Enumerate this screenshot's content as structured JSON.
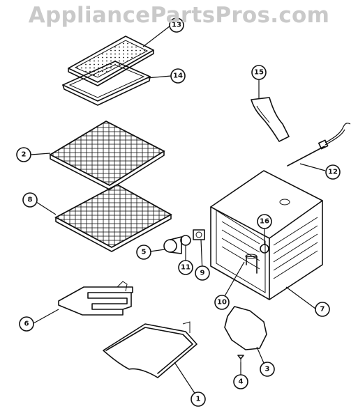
{
  "watermark": "AppliancePartsPros.com",
  "callouts": [
    {
      "id": "13",
      "label": "13"
    },
    {
      "id": "14",
      "label": "14"
    },
    {
      "id": "15",
      "label": "15"
    },
    {
      "id": "2",
      "label": "2"
    },
    {
      "id": "12",
      "label": "12"
    },
    {
      "id": "8",
      "label": "8"
    },
    {
      "id": "16",
      "label": "16"
    },
    {
      "id": "5",
      "label": "5"
    },
    {
      "id": "11",
      "label": "11"
    },
    {
      "id": "9",
      "label": "9"
    },
    {
      "id": "10",
      "label": "10"
    },
    {
      "id": "7",
      "label": "7"
    },
    {
      "id": "6",
      "label": "6"
    },
    {
      "id": "3",
      "label": "3"
    },
    {
      "id": "4",
      "label": "4"
    },
    {
      "id": "1",
      "label": "1"
    }
  ]
}
